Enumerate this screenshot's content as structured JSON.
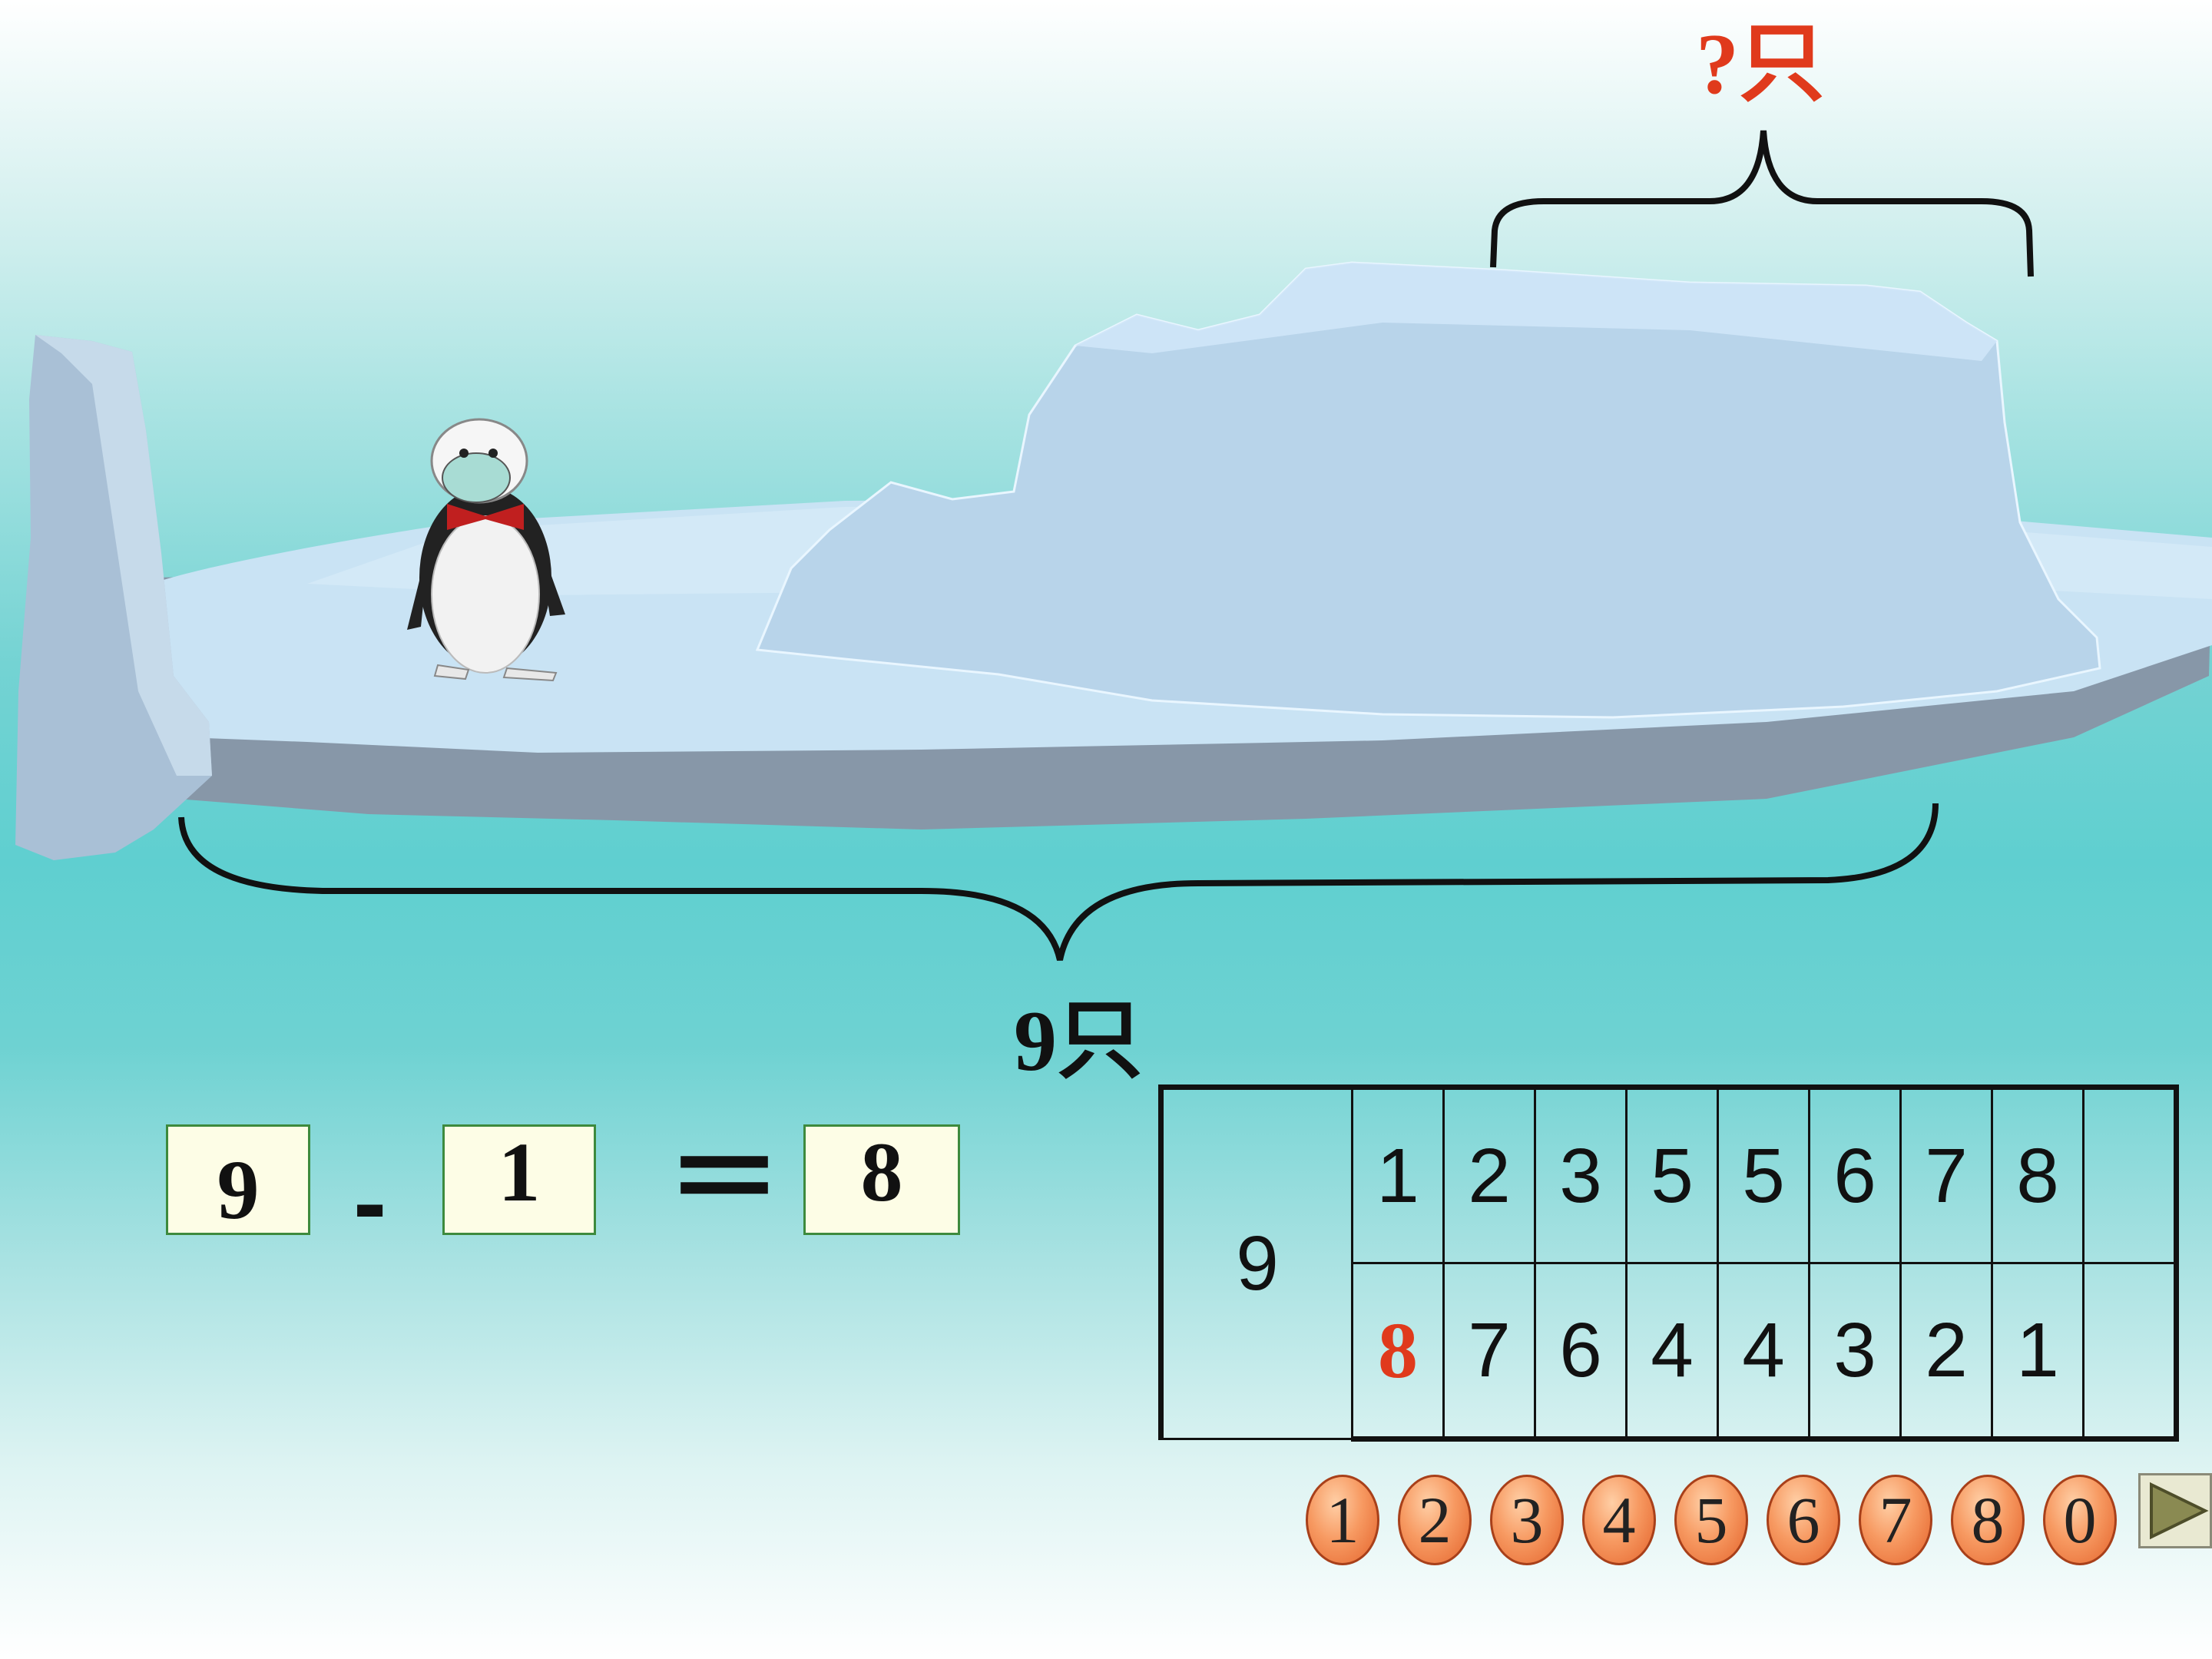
{
  "top_label": "?只",
  "bottom_label": "9只",
  "equation": {
    "minuend": "9",
    "operator": "-",
    "subtrahend": "1",
    "equals": "＝",
    "result": "8"
  },
  "table": {
    "total": "9",
    "top_row": [
      "1",
      "2",
      "3",
      "5",
      "5",
      "6",
      "7",
      "8",
      ""
    ],
    "bottom_row": [
      "8",
      "7",
      "6",
      "4",
      "4",
      "3",
      "2",
      "1",
      ""
    ]
  },
  "keypad": [
    "1",
    "2",
    "3",
    "4",
    "5",
    "6",
    "7",
    "8",
    "0"
  ],
  "colors": {
    "accent_red": "#e03a1c",
    "key_orange": "#f79a62",
    "box_border": "#3d8a3d"
  },
  "icons": {
    "play": "play-triangle-icon"
  }
}
